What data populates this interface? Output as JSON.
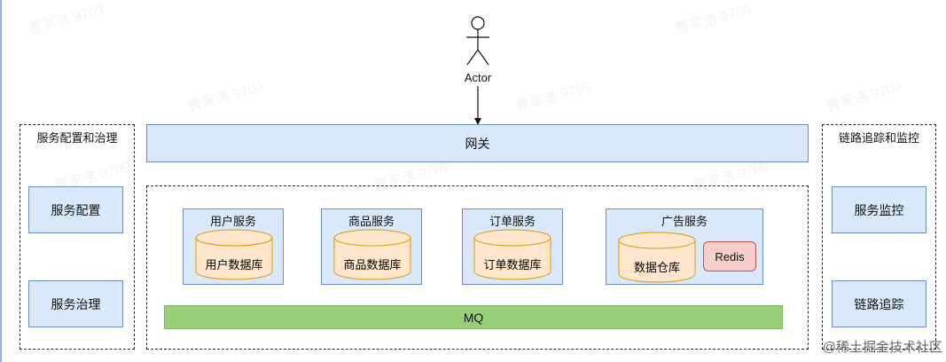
{
  "actor": {
    "label": "Actor"
  },
  "gateway": {
    "label": "网关"
  },
  "left_panel": {
    "title": "服务配置和治理",
    "items": [
      "服务配置",
      "服务治理"
    ]
  },
  "right_panel": {
    "title": "链路追踪和监控",
    "items": [
      "服务监控",
      "链路追踪"
    ]
  },
  "services": [
    {
      "title": "用户服务",
      "db": "用户数据库"
    },
    {
      "title": "商品服务",
      "db": "商品数据库"
    },
    {
      "title": "订单服务",
      "db": "订单数据库"
    },
    {
      "title": "广告服务",
      "db": "数据仓库",
      "cache": "Redis"
    }
  ],
  "mq": {
    "label": "MQ"
  },
  "footer": {
    "watermark": "@稀土掘金技术社区"
  },
  "colors": {
    "service_fill": "#dae8fc",
    "service_border": "#6c8ebf",
    "db_fill": "#ffe6cc",
    "db_border": "#d79b00",
    "redis_fill": "#f8cecc",
    "redis_border": "#b85450",
    "mq_fill": "#97d077",
    "mq_border": "#82b366"
  }
}
